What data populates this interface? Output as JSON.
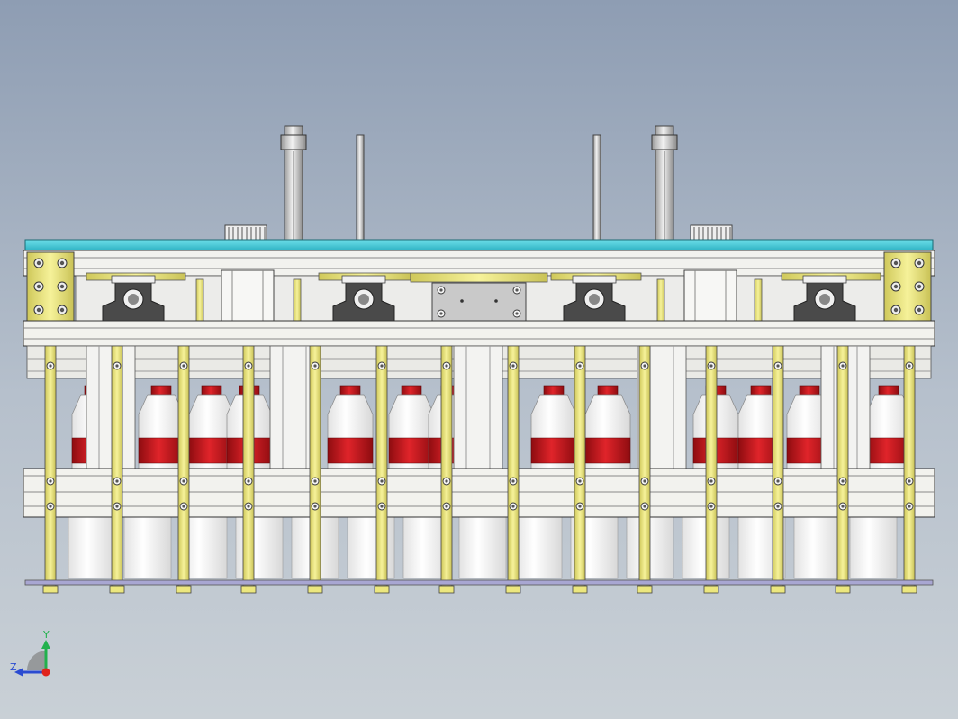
{
  "viewport": {
    "background_top": "#8e9db3",
    "background_bottom": "#c9d0d6"
  },
  "model": {
    "colors": {
      "top_plate": "#39c6d6",
      "frame_light": "#f4f4f0",
      "frame_shadow": "#d4d4d0",
      "yellow_part": "#ece77e",
      "bearing_dark": "#4a4a4a",
      "bottle_red": "#c8131b",
      "bottle_white": "#f7f7f7",
      "grey_plate": "#c8c8c8",
      "base_plate": "#9a98c8"
    },
    "bottle_count_top_row": 14,
    "rod_count_lower": 14,
    "bearing_blocks": 4
  },
  "triad": {
    "y_label": "Y",
    "z_label": "Z",
    "y_color": "#21b14c",
    "z_color": "#2a4bd1",
    "x_color": "#e0231c"
  }
}
